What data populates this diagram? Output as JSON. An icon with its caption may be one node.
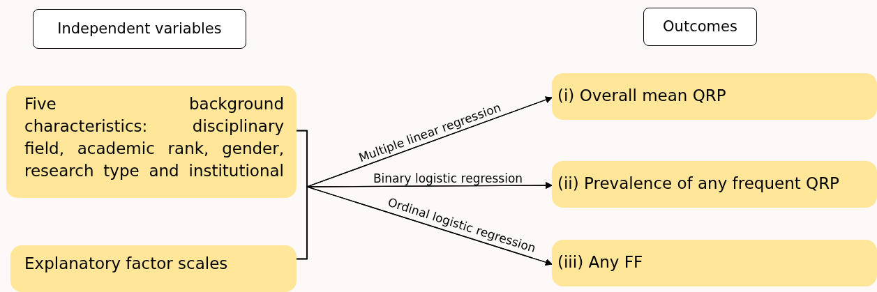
{
  "diagram": {
    "nodes": [
      {
        "text": [
          "Independent variables"
        ]
      },
      {
        "text": [
          "Outcomes"
        ]
      },
      {
        "text": [
          "Five background characteristics: disciplinary field, academic rank, gender, research type and institutional"
        ]
      },
      {
        "text": [
          "Explanatory factor scales"
        ]
      },
      {
        "text": [
          "(i) Overall mean QRP"
        ]
      },
      {
        "text": [
          "(ii) Prevalence of any frequent QRP"
        ]
      },
      {
        "text": [
          "(iii) Any FF"
        ]
      }
    ],
    "edges": [
      {
        "from": 2,
        "to": 4,
        "arrow": "to",
        "label": "Multiple linear regression"
      },
      {
        "from": 2,
        "to": 5,
        "arrow": "to",
        "label": "Binary logistic regression"
      },
      {
        "from": 2,
        "to": 6,
        "arrow": "to",
        "label": "Ordinal logistic regression"
      },
      {
        "from": 3,
        "to": 4,
        "arrow": "to"
      },
      {
        "from": 3,
        "to": 5,
        "arrow": "to"
      },
      {
        "from": 3,
        "to": 6,
        "arrow": "to"
      }
    ]
  }
}
